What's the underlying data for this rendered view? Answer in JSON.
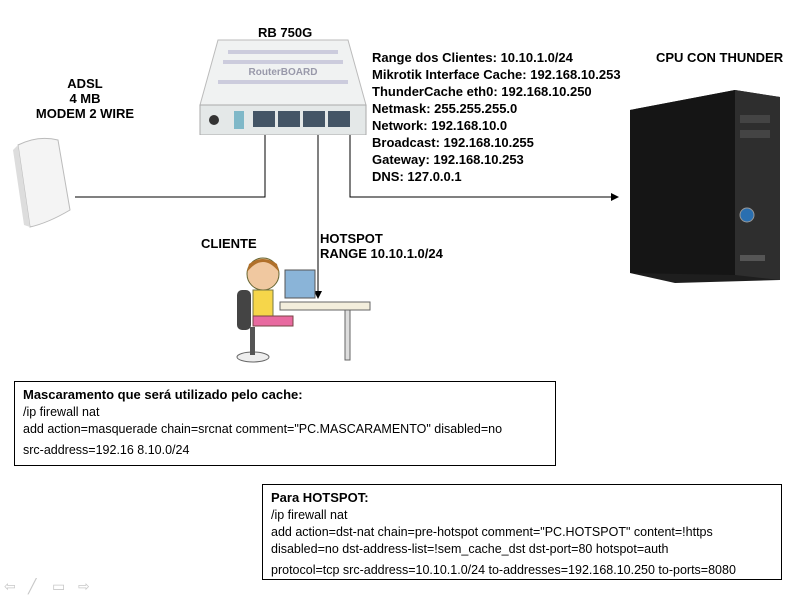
{
  "router": {
    "label": "RB 750G",
    "brand": "RouterBOARD"
  },
  "modem": {
    "label_lines": [
      "ADSL",
      "4 MB",
      "MODEM 2 WIRE"
    ]
  },
  "cpu": {
    "label": "CPU CON THUNDER"
  },
  "client": {
    "label": "CLIENTE"
  },
  "hotspot": {
    "label_lines": [
      "HOTSPOT",
      "RANGE 10.10.1.0/24"
    ]
  },
  "config": {
    "lines": [
      "Range dos Clientes: 10.10.1.0/24",
      "Mikrotik Interface Cache: 192.168.10.253",
      "ThunderCache eth0: 192.168.10.250",
      "Netmask: 255.255.255.0",
      "Network: 192.168.10.0",
      "Broadcast: 192.168.10.255",
      "Gateway: 192.168.10.253",
      "DNS: 127.0.0.1"
    ]
  },
  "masq_box": {
    "title": "Mascaramento que será utilizado pelo cache:",
    "lines": [
      "/ip firewall nat",
      "add action=masquerade chain=srcnat comment=\"PC.MASCARAMENTO\" disabled=no",
      "src-address=192.16 8.10.0/24"
    ]
  },
  "hotspot_box": {
    "title": "Para HOTSPOT:",
    "lines": [
      "/ip firewall nat",
      "add action=dst-nat chain=pre-hotspot comment=\"PC.HOTSPOT\" content=!https",
      "disabled=no dst-address-list=!sem_cache_dst dst-port=80 hotspot=auth",
      "protocol=tcp src-address=10.10.1.0/24 to-addresses=192.168.10.250 to-ports=8080"
    ]
  },
  "nav": {
    "icons": [
      "prev-arrow-icon",
      "pen-icon",
      "menu-icon",
      "next-arrow-icon"
    ]
  }
}
